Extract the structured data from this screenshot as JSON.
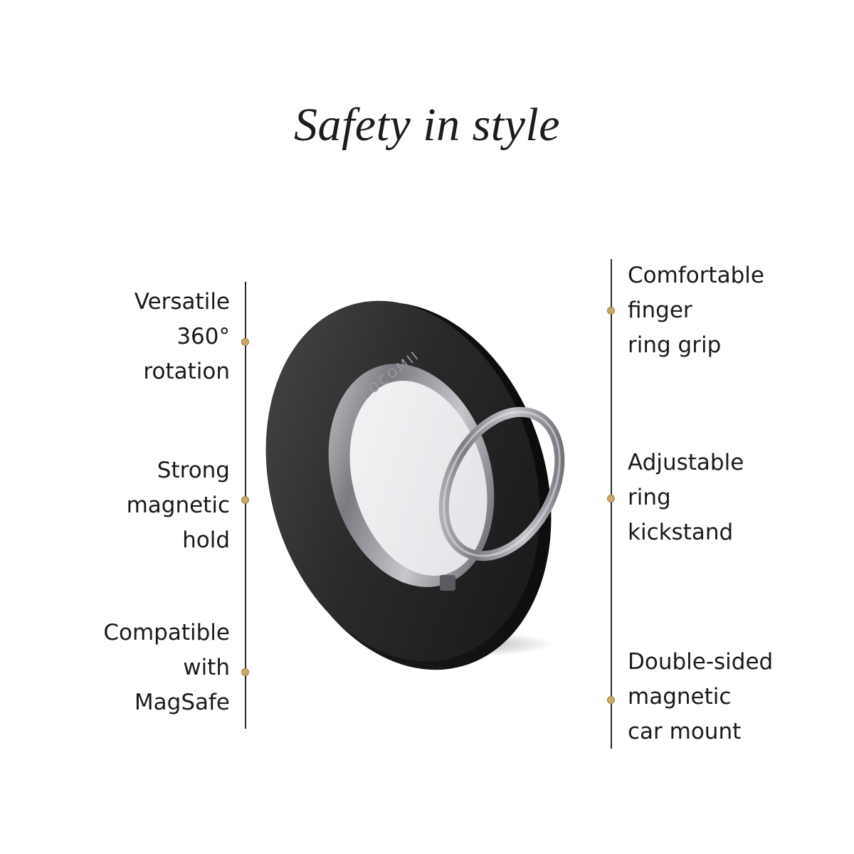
{
  "title": "Safety in style",
  "brand": "COCOMII",
  "colors": {
    "accent_dot": "#c9a96a",
    "line": "#2a2a2a",
    "product": "#2b2b2b"
  },
  "features_left": [
    {
      "text": "Versatile\n360°\nrotation"
    },
    {
      "text": "Strong\nmagnetic\nhold"
    },
    {
      "text": "Compatible\nwith\nMagSafe"
    }
  ],
  "features_right": [
    {
      "text": "Comfortable\nfinger\nring grip"
    },
    {
      "text": "Adjustable\nring\nkickstand"
    },
    {
      "text": "Double-sided\nmagnetic\ncar mount"
    }
  ]
}
